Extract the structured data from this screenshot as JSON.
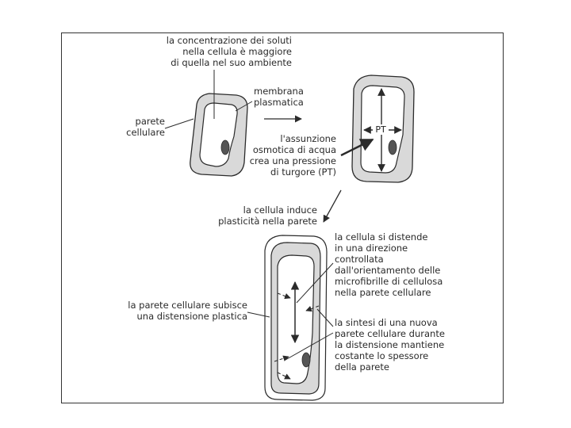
{
  "labels": {
    "solutes": "la concentrazione dei soluti\nnella cellula è maggiore\ndi quella nel suo ambiente",
    "membrane": "membrana\nplasmatica",
    "cell_wall": "parete\ncellulare",
    "pt_marker": "PT",
    "osmotic": "l'assunzione\nosmotica di acqua\ncrea una pressione\ndi turgore (PT)",
    "plasticity": "la cellula induce\nplasticità nella parete",
    "extends": "la cellula si distende\nin una direzione\ncontrollata\ndall'orientamento delle\nmicrofibrille di cellulosa\nnella parete cellulare",
    "wall_stretch": "la parete cellulare subisce\nuna distensione plastica",
    "synthesis": "la sintesi di una nuova\nparete cellulare durante\nla distensione mantiene\ncostante lo spessore\ndella parete"
  },
  "colors": {
    "line": "#2b2b2b",
    "wall_fill": "#d9d9d9",
    "cell_fill": "#ffffff",
    "nucleus": "#555555"
  }
}
